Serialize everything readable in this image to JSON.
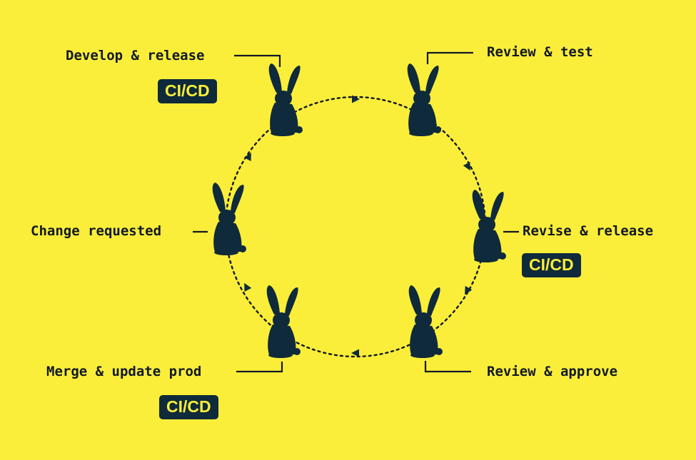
{
  "colors": {
    "background": "#FBEE3A",
    "ink": "#0F2A3A",
    "text": "#111827",
    "badge_text": "#FBEE3A"
  },
  "icons": {
    "stage": "rabbit-icon",
    "flow": "arrowhead-icon"
  },
  "stages": [
    {
      "id": "develop",
      "label": "Develop & release",
      "badge": "CI/CD"
    },
    {
      "id": "review-test",
      "label": "Review & test"
    },
    {
      "id": "revise",
      "label": "Revise & release",
      "badge": "CI/CD"
    },
    {
      "id": "approve",
      "label": "Review & approve"
    },
    {
      "id": "merge",
      "label": "Merge & update prod",
      "badge": "CI/CD"
    },
    {
      "id": "change",
      "label": "Change requested"
    }
  ]
}
